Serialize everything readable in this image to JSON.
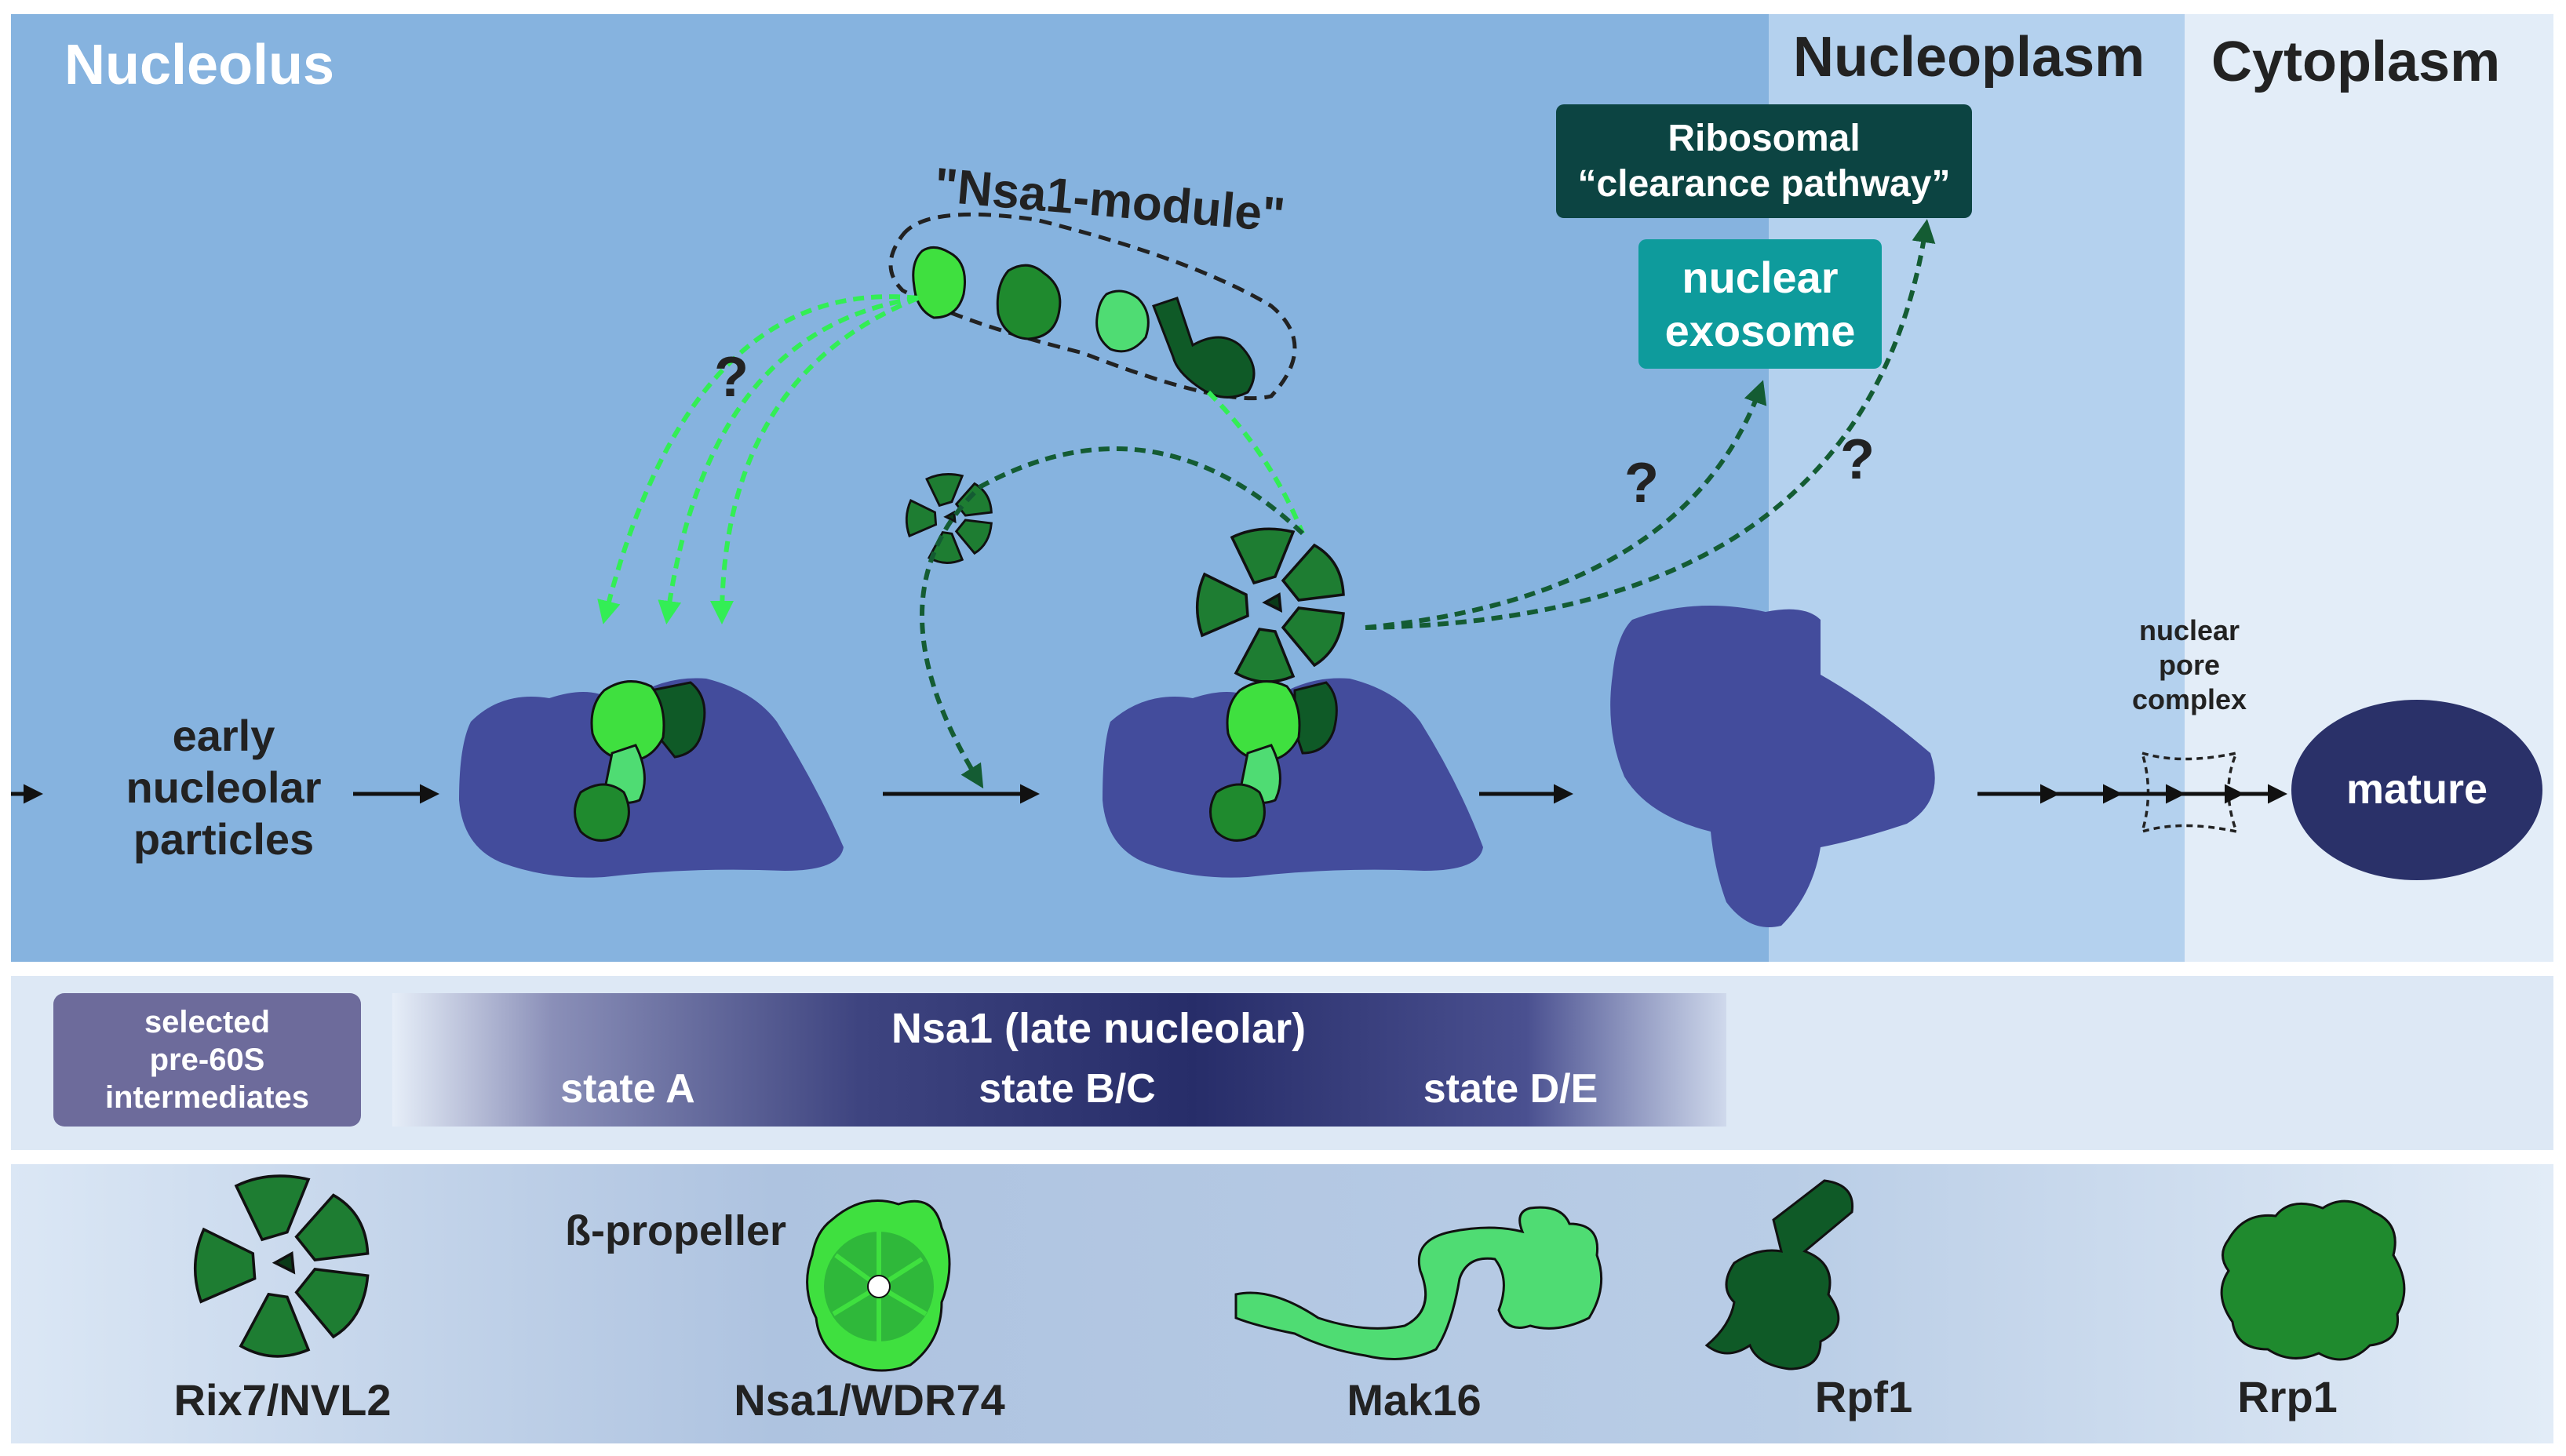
{
  "regions": {
    "nucleolus": "Nucleolus",
    "nucleoplasm": "Nucleoplasm",
    "cytoplasm": "Cytoplasm"
  },
  "module_label": "\"Nsa1-module\"",
  "question_mark": "?",
  "pathway_box": {
    "line1": "Ribosomal",
    "line2": "“clearance pathway”"
  },
  "exosome_box": {
    "line1": "nuclear",
    "line2": "exosome"
  },
  "early_particles": {
    "line1": "early",
    "line2": "nucleolar",
    "line3": "particles"
  },
  "pore": {
    "line1": "nuclear",
    "line2": "pore",
    "line3": "complex"
  },
  "mature_label": "mature",
  "selected_box": {
    "line1": "selected",
    "line2": "pre-60S",
    "line3": "intermediates"
  },
  "gradient_bar": {
    "title": "Nsa1 (late nucleolar)",
    "states": [
      "state A",
      "state B/C",
      "state D/E"
    ]
  },
  "legend": {
    "propeller_label": "ß-propeller",
    "items": [
      "Rix7/NVL2",
      "Nsa1/WDR74",
      "Mak16",
      "Rpf1",
      "Rrp1"
    ]
  },
  "colors": {
    "nucleolus_bg": "#86b3df",
    "nucleoplasm_bg": "#b4d1ee",
    "cytoplasm_bg": "#e3edf8",
    "particle": "#434c9c",
    "mature": "#2a3169",
    "rix7": "#1e7d32",
    "nsa1": "#3fe03f",
    "mak16": "#4fdc73",
    "rpf1": "#0f5a27",
    "rrp1": "#1f8a2e",
    "pathway_box": "#0c4442",
    "exosome_box": "#0e9b9c",
    "selected_box": "#6d6b9b",
    "bright_arrow": "#33ee55",
    "dark_arrow": "#145c33"
  }
}
